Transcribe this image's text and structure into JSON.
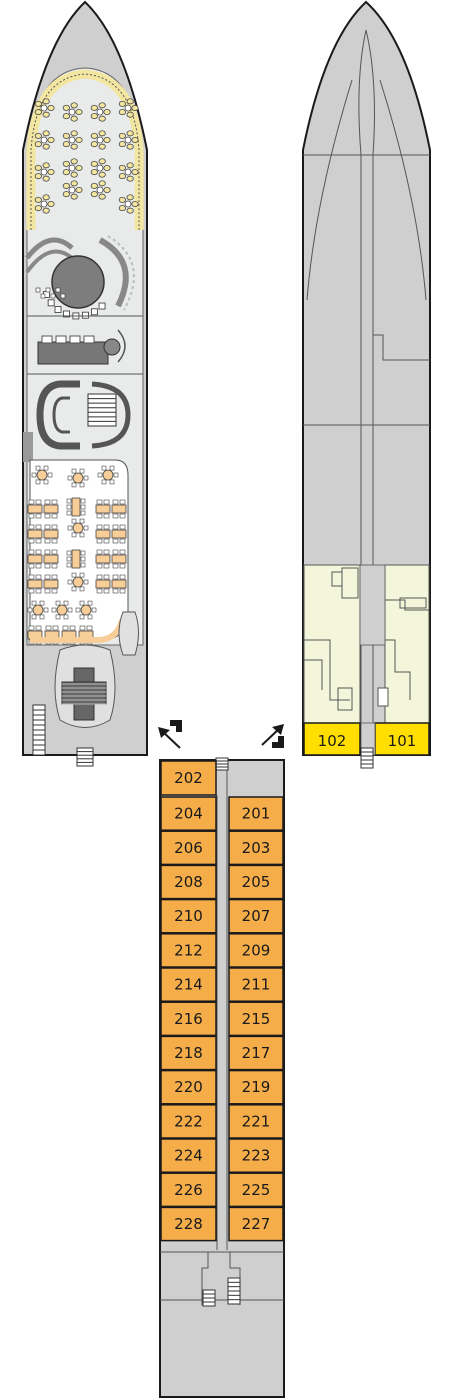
{
  "colors": {
    "hull_outline": "#1a1a1a",
    "hull_fill": "#cfcfcf",
    "deck_fill": "#e9ebeb",
    "cabin_orange": "#f5ad4a",
    "cabin_yellow": "#ffde00",
    "crew_area": "#f4f6dc",
    "seating": "#f7cd98",
    "table_outline": "#555555"
  },
  "icons": {
    "stairs_up_left": "arrow-up-left-stairs-icon",
    "stairs_up_right": "arrow-up-right-stairs-icon"
  },
  "main_deck": {
    "cabins": [
      {
        "number": "102"
      },
      {
        "number": "101"
      }
    ]
  },
  "upper_deck": {
    "top_cabin": "202",
    "left_cabins": [
      "204",
      "206",
      "208",
      "210",
      "212",
      "214",
      "216",
      "218",
      "220",
      "222",
      "224",
      "226",
      "228"
    ],
    "right_cabins": [
      "201",
      "203",
      "205",
      "207",
      "209",
      "211",
      "215",
      "217",
      "219",
      "221",
      "223",
      "225",
      "227"
    ]
  }
}
